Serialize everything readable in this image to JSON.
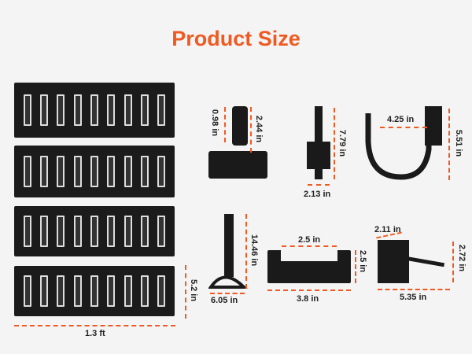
{
  "title": "Product Size",
  "dimensions": {
    "rail_length": "1.3 ft",
    "rail_height": "5.2 in",
    "ratchet_width": "0.98 in",
    "ratchet_height": "2.44 in",
    "bar_height": "7.79 in",
    "bar_width": "2.13 in",
    "hook_width": "4.25 in",
    "hook_height": "5.51 in",
    "strap_height": "14.46 in",
    "strap_width": "6.05 in",
    "block_inner": "2.5 in",
    "block_height": "2.5 in",
    "block_width": "3.8 in",
    "mount_depth": "2.11 in",
    "mount_height": "2.72 in",
    "mount_width": "5.35 in"
  },
  "colors": {
    "accent": "#f05a22"
  }
}
